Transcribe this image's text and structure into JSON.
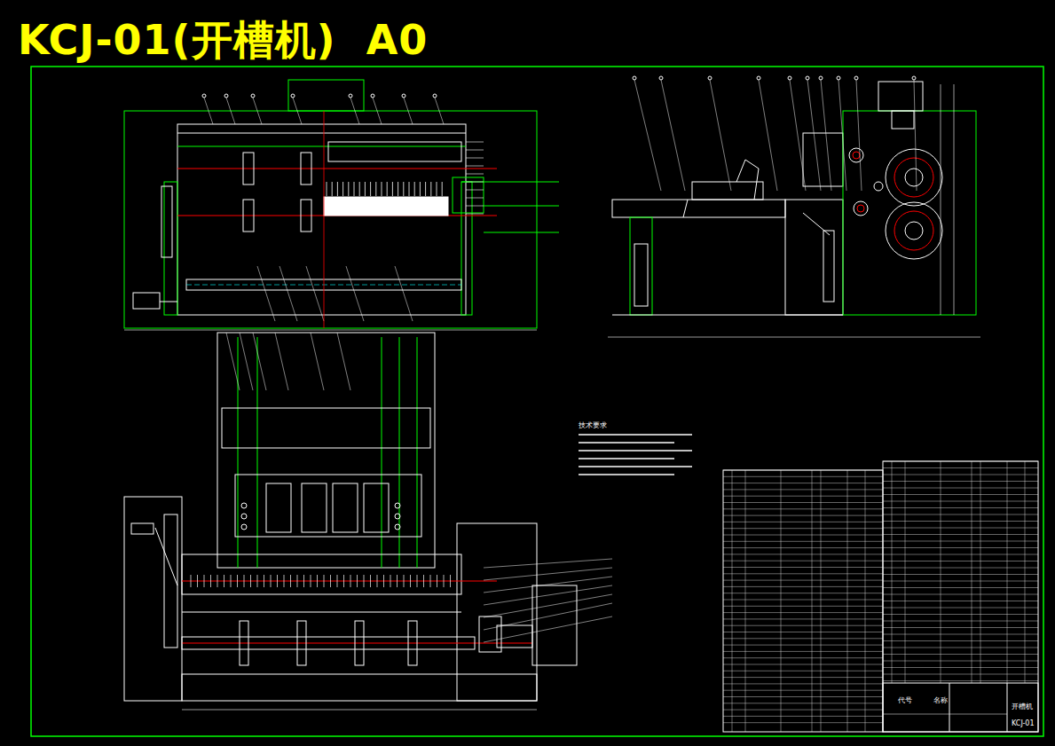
{
  "diagram": {
    "title": "KCJ-01(开槽机)  A0",
    "labels": [
      "技术要求",
      "代号",
      "名称",
      "开槽机",
      "KCJ-01"
    ]
  }
}
